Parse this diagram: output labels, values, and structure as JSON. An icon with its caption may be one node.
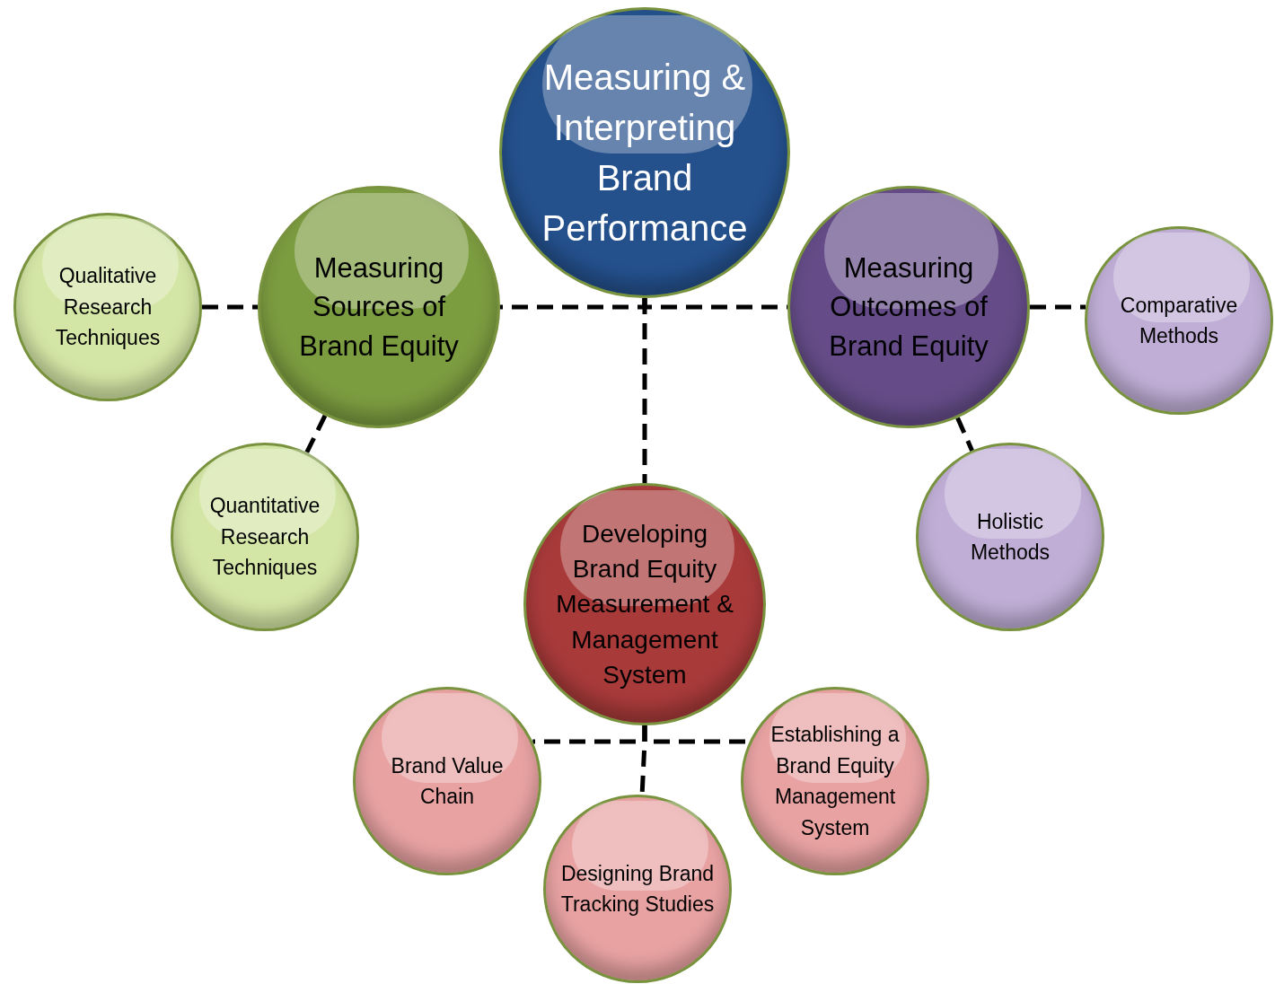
{
  "diagram": {
    "nodes": [
      {
        "text": [
          "Measuring & Interpreting Brand Performance"
        ]
      },
      {
        "text": [
          "Qualitative Research Techniques"
        ]
      },
      {
        "text": [
          "Measuring Sources of Brand Equity"
        ]
      },
      {
        "text": [
          "Measuring Outcomes of Brand Equity"
        ]
      },
      {
        "text": [
          "Comparative Methods"
        ]
      },
      {
        "text": [
          "Quantitative Research Techniques"
        ]
      },
      {
        "text": [
          "Holistic Methods"
        ]
      },
      {
        "text": [
          "Developing Brand Equity Measurement & Management System"
        ]
      },
      {
        "text": [
          "Brand Value Chain"
        ]
      },
      {
        "text": [
          "Establishing a Brand Equity Management System"
        ]
      },
      {
        "text": [
          "Designing Brand Tracking Studies"
        ]
      }
    ],
    "edges": [
      {
        "from": 1,
        "to": 2,
        "arrow": "none",
        "style": "dashed"
      },
      {
        "from": 0,
        "to": 2,
        "arrow": "none",
        "style": "dashed"
      },
      {
        "from": 0,
        "to": 3,
        "arrow": "none",
        "style": "dashed"
      },
      {
        "from": 3,
        "to": 4,
        "arrow": "none",
        "style": "dashed"
      },
      {
        "from": 2,
        "to": 5,
        "arrow": "none",
        "style": "dashed"
      },
      {
        "from": 3,
        "to": 6,
        "arrow": "none",
        "style": "dashed"
      },
      {
        "from": 0,
        "to": 7,
        "arrow": "none",
        "style": "dashed"
      },
      {
        "from": 7,
        "to": 8,
        "arrow": "none",
        "style": "dashed"
      },
      {
        "from": 7,
        "to": 9,
        "arrow": "none",
        "style": "dashed"
      },
      {
        "from": 7,
        "to": 10,
        "arrow": "none",
        "style": "dashed"
      }
    ]
  }
}
